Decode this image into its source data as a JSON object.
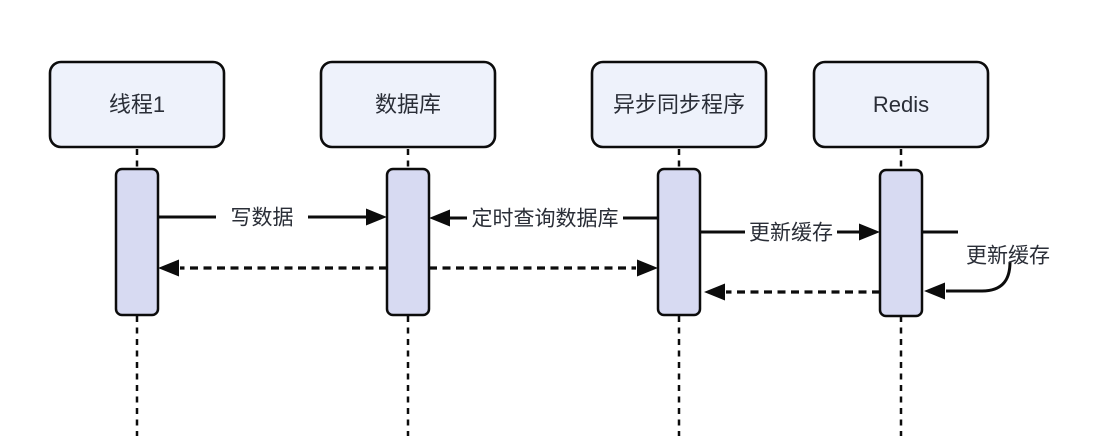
{
  "diagram": {
    "type": "sequence",
    "participants": [
      {
        "label": "线程1"
      },
      {
        "label": "数据库"
      },
      {
        "label": "异步同步程序"
      },
      {
        "label": "Redis"
      }
    ],
    "messages": [
      {
        "from": "线程1",
        "to": "数据库",
        "label": "写数据",
        "line": "solid"
      },
      {
        "from": "数据库",
        "to": "线程1",
        "label": "",
        "line": "dashed-return"
      },
      {
        "from": "异步同步程序",
        "to": "数据库",
        "label": "定时查询数据库",
        "line": "solid"
      },
      {
        "from": "数据库",
        "to": "异步同步程序",
        "label": "",
        "line": "dashed-return"
      },
      {
        "from": "异步同步程序",
        "to": "Redis",
        "label": "更新缓存",
        "line": "solid"
      },
      {
        "from": "Redis",
        "to": "Redis",
        "label": "更新缓存",
        "line": "self-loop"
      },
      {
        "from": "Redis",
        "to": "异步同步程序",
        "label": "",
        "line": "dashed-return"
      }
    ],
    "colors": {
      "background": "#ffffff",
      "participant_fill": "#EEF2FB",
      "activation_fill": "#D7DAF2",
      "stroke": "#0C0C0C",
      "text": "#2A2E37"
    }
  }
}
